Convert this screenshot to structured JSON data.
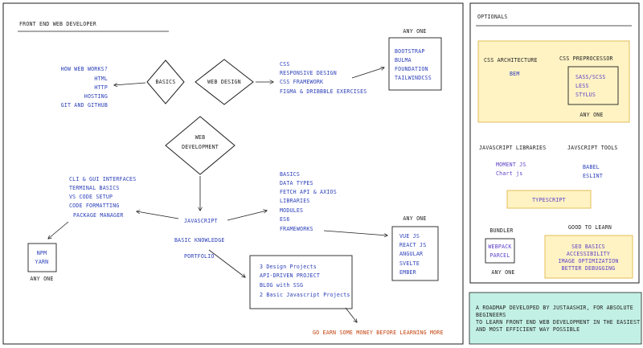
{
  "colors": {
    "ink": "#1e1e1e",
    "blue_text": "#2b3fb8",
    "purple_text": "#5b3fc7",
    "yellow_fill": "#fff3c4",
    "orange_text": "#c2410c",
    "teal_fill": "#c3f0e4"
  },
  "main": {
    "title": "FRONT END WEB DEVELOPER",
    "basics": {
      "label": "BASICS",
      "items": [
        "HOW WEB WORKS?",
        "HTML",
        "HTTP",
        "HOSTING",
        "GIT AND GITHUB"
      ]
    },
    "web_design": {
      "label": "WEB DESIGN",
      "items": [
        "CSS",
        "RESPONSIVE DESIGN",
        "CSS FRAMEWORK",
        "FIGMA & DRIBBBLE EXERCISES"
      ]
    },
    "frameworks_box": {
      "heading": "ANY ONE",
      "items": [
        "BOOTSTRAP",
        "BULMA",
        "FOUNDATION",
        "TAILWINDCSS"
      ]
    },
    "web_development": {
      "line1": "WEB",
      "line2": "DEVELOPMENT"
    },
    "tools": {
      "items": [
        "CLI & GUI INTERFACES",
        "TERMINAL BASICS",
        "VS CODE SETUP",
        "CODE FORMATTING",
        "PACKAGE MANAGER"
      ]
    },
    "package_box": {
      "items": [
        "NPM",
        "YARN"
      ],
      "footer": "ANY ONE"
    },
    "javascript": "JAVASCRIPT",
    "basic_knowledge": "BASIC KNOWLEDGE",
    "portfolio": "PORTFOLIO",
    "js_topics": {
      "items": [
        "BASICS",
        "DATA TYPES",
        "FETCH API & AXIOS",
        "LIBRARIES",
        "MODULES",
        "ES6",
        "FRAMEWORKS"
      ]
    },
    "js_frameworks_box": {
      "heading": "ANY ONE",
      "items": [
        "VUE JS",
        "REACT JS",
        "ANGULAR",
        "SVELTE",
        "EMBER"
      ]
    },
    "portfolio_box": {
      "items": [
        "3 Design Projects",
        "API-DRIVEN PROJECT",
        "BLOG with SSG",
        "2 Basic Javascript Projects"
      ]
    },
    "earn_note": "GO EARN SOME MONEY BEFORE LEARNING MORE"
  },
  "optionals": {
    "title": "OPTIONALS",
    "css_architecture": {
      "label": "CSS ARCHITECTURE",
      "items": [
        "BEM"
      ]
    },
    "css_preprocessor": {
      "label": "CSS PREPROCESSOR",
      "items": [
        "SASS/SCSS",
        "LESS",
        "STYLUS"
      ],
      "footer": "ANY ONE"
    },
    "js_libraries": {
      "label": "JAVASCRIPT LIBRARIES",
      "items": [
        "MOMENT JS",
        "Chart js"
      ]
    },
    "js_tools": {
      "label": "JAVSCRIPT TOOLS",
      "items": [
        "BABEL",
        "ESLINT"
      ]
    },
    "typescript": "TYPESCRIPT",
    "bundler": {
      "label": "BUNDLER",
      "items": [
        "WEBPACK",
        "PARCEL"
      ],
      "footer": "ANY ONE"
    },
    "good_to_learn": {
      "label": "GOOD TO LEARN",
      "items": [
        "SEO BASICS",
        "ACCESSIBILITY",
        "IMAGE OPTIMIZATION",
        "BETTER DEBUGGING"
      ]
    }
  },
  "note": {
    "line1": "A ROADMAP DEVELOPED BY JUSTAASHIR, FOR ABSOLUTE",
    "line2": "BEGINEERS",
    "line3": "TO LEARN FRONT END WEB DEVELOPMENT IN THE EASIEST",
    "line4": "AND MOST EFFICIENT WAY POSSIBLE"
  }
}
